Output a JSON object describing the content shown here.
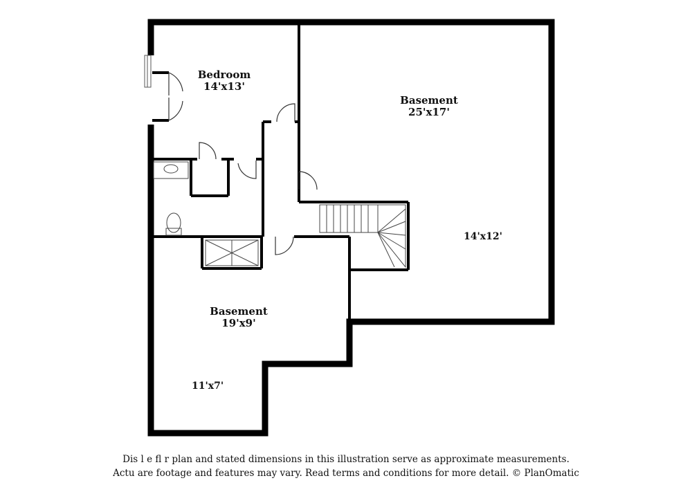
{
  "rooms": {
    "bedroom": {
      "name": "Bedroom",
      "size": "14'x13'"
    },
    "basement_right": {
      "name": "Basement",
      "size": "25'x17'",
      "sub_dimension": "14'x12'"
    },
    "basement_left": {
      "name": "Basement",
      "size": "19'x9'",
      "sub_dimension": "11'x7'"
    }
  },
  "disclaimer": {
    "line1": "Dis        l e fl     r plan and stated dimensions in this illustration serve as approximate measurements.",
    "line2": "Actu      are footage and features may vary. Read terms and conditions for more detail. © PlanOmatic"
  }
}
